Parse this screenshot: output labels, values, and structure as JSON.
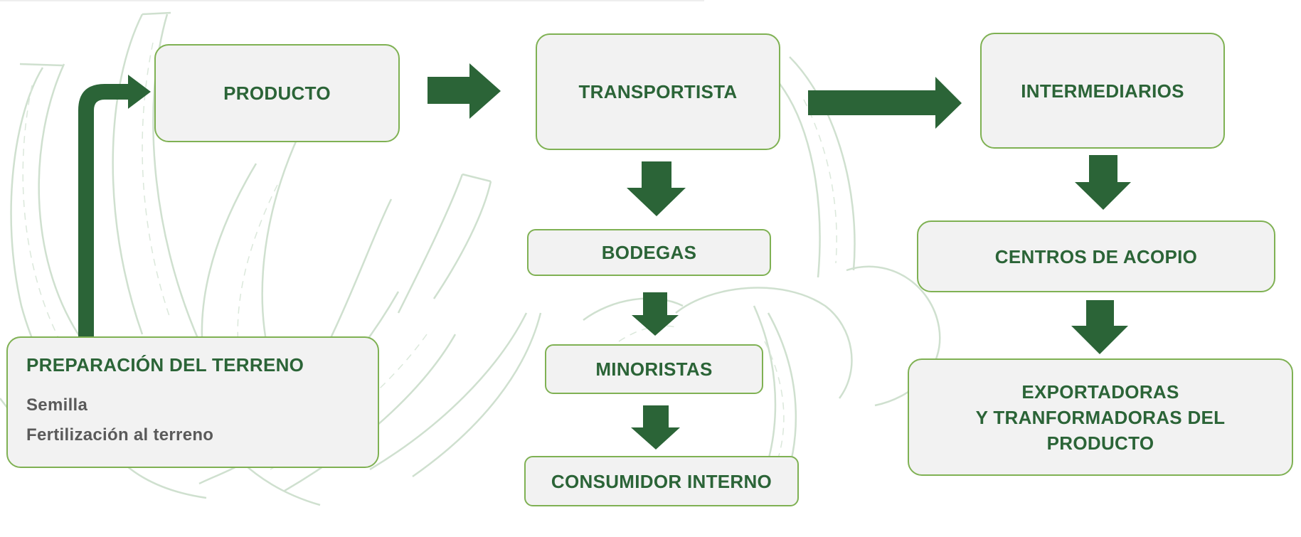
{
  "colors": {
    "accent": "#2b6437",
    "border": "#7fb153",
    "box_bg": "#f2f2f2",
    "illustration": "#cfe0cf"
  },
  "nodes": {
    "producto": "PRODUCTO",
    "transportista": "TRANSPORTISTA",
    "intermediarios": "INTERMEDIARIOS",
    "bodegas": "BODEGAS",
    "minoristas": "MINORISTAS",
    "consumidor": "CONSUMIDOR INTERNO",
    "centros": "CENTROS DE ACOPIO",
    "exportadoras": [
      "EXPORTADORAS",
      "Y TRANFORMADORAS DEL",
      "PRODUCTO"
    ]
  },
  "preparacion": {
    "title": "PREPARACIÓN DEL TERRENO",
    "items": [
      "Semilla",
      "Fertilización al terreno"
    ]
  },
  "background": {
    "illustration": "banana-bunch-sketch"
  }
}
